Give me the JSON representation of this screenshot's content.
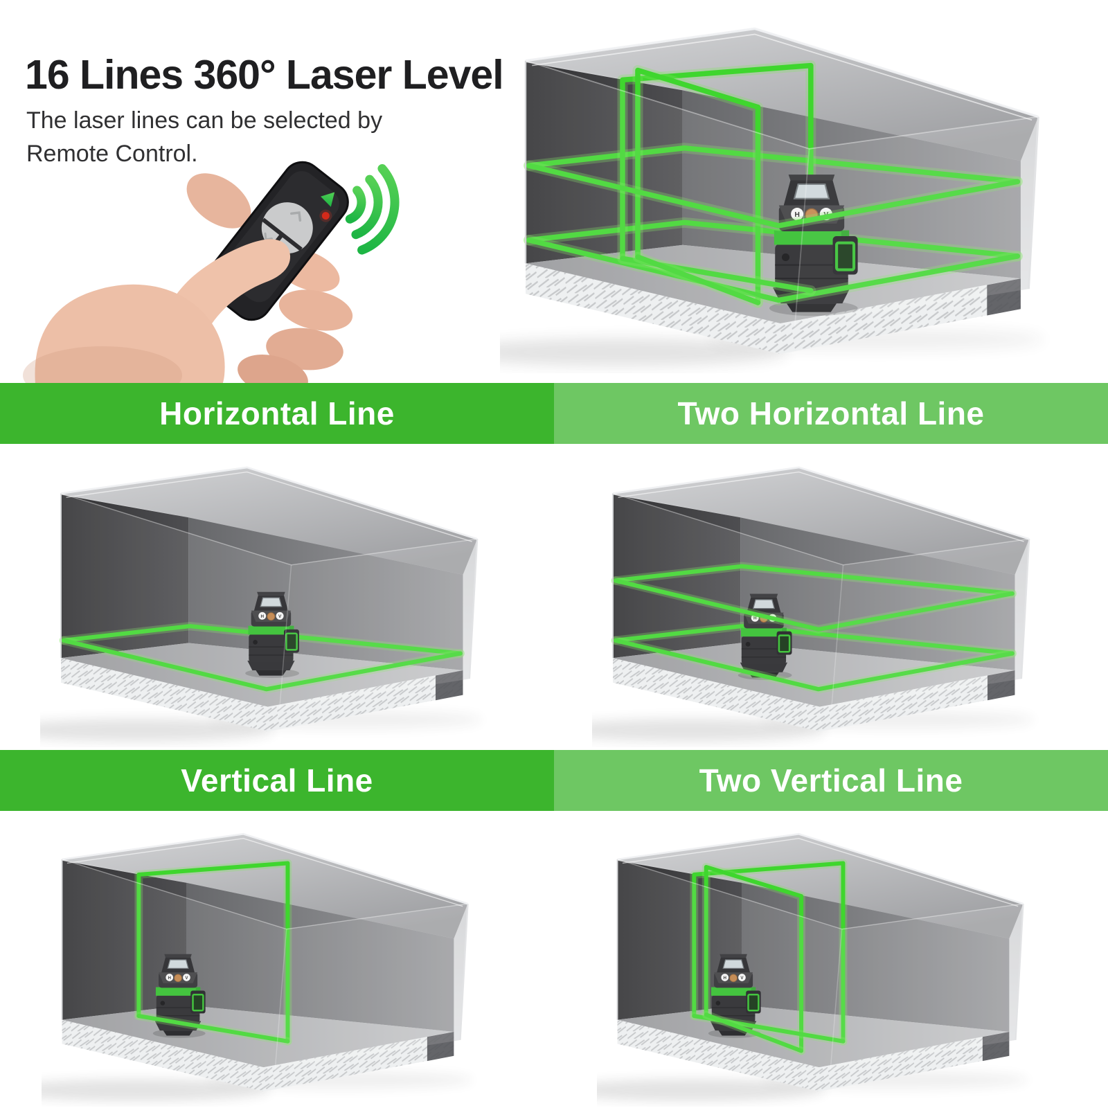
{
  "header": {
    "title": "16 Lines 360° Laser Level",
    "subtitle": "The laser lines can be selected by\nRemote Control."
  },
  "banners": {
    "horizontal": "Horizontal Line",
    "two_horizontal": "Two Horizontal Line",
    "vertical": "Vertical Line",
    "two_vertical": "Two Vertical Line"
  },
  "rooms": [
    {
      "id": "hero",
      "mode": "sixteen-lines"
    },
    {
      "id": "h1",
      "mode": "one-horizontal"
    },
    {
      "id": "h2",
      "mode": "two-horizontal"
    },
    {
      "id": "v1",
      "mode": "one-vertical"
    },
    {
      "id": "v2",
      "mode": "two-vertical"
    }
  ],
  "device": {
    "button_h": "H",
    "button_v": "V"
  },
  "colors": {
    "banner_green": "#3cb52d",
    "banner_green_light": "#6ec763",
    "laser_green": "#3fd62e",
    "laser_glow": "#7ce95f",
    "signal_green_light": "#4ecb4e",
    "signal_green_dark": "#1db544",
    "device_green": "#2fbe2a",
    "title": "#1f1f21",
    "text": "#303032",
    "background": "#ffffff"
  }
}
